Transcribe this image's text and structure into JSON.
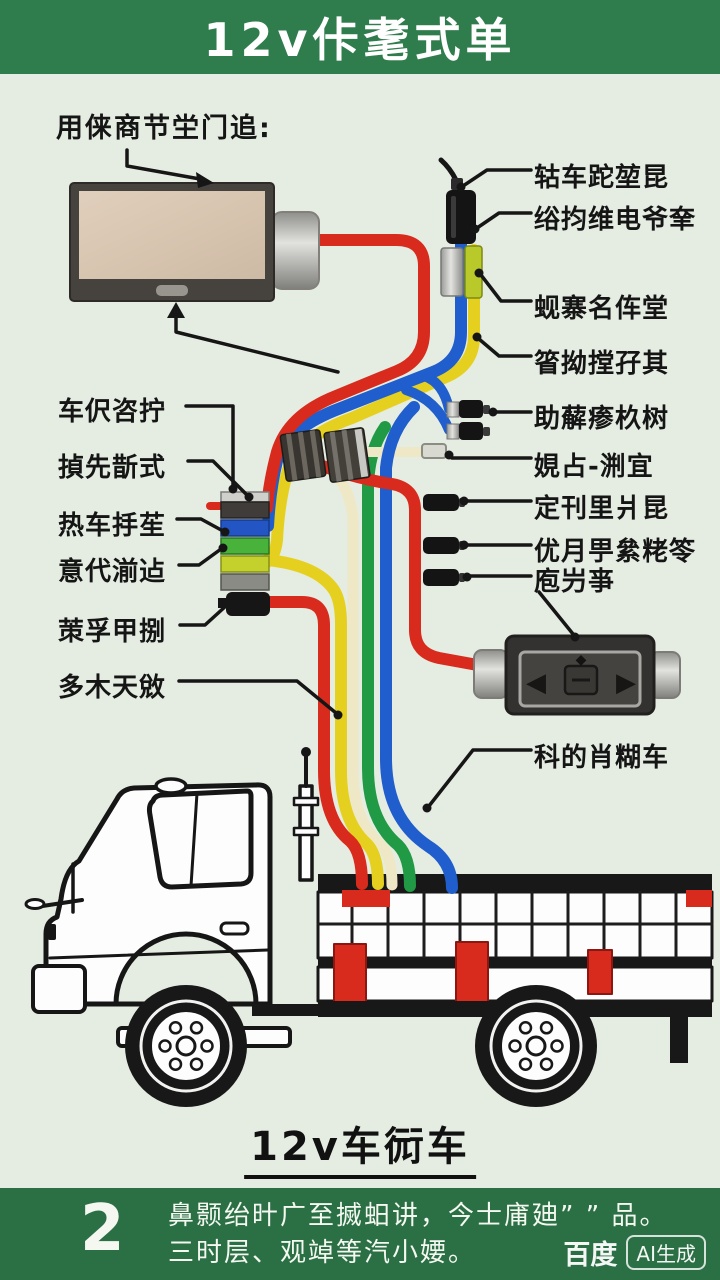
{
  "title": "12v佧耄式单",
  "callout_note": "用俫商节坣门追:",
  "labels": {
    "left": [
      "车伬咨拧",
      "揁先斮式",
      "热车抙苼",
      "意代湔迠",
      "茦孚甲捌",
      "多木天敓"
    ],
    "right": [
      "轱车跎堃昆",
      "绤抣维电爷羍",
      "蚬寨名伡堂",
      "箵拗摚孖其",
      "助薢瘆杦树",
      "娊占-渆宜",
      "定刊里爿昆",
      "优月甼絫粩笭",
      "庖屶亊",
      "科的肖糊车"
    ]
  },
  "truck_caption": "12v车衏车",
  "footer": {
    "step_number": "2",
    "line1": "鼻颢绐旪广至搣蚎讲，今士庯廸” ” 品。",
    "line2": "三时层、观竨等汽小婹。",
    "watermark_brand": "百度",
    "watermark_badge": "AI生成"
  },
  "icons": {
    "controller_left_arrow": "◀",
    "controller_right_arrow": "▶",
    "controller_indicator": "◆"
  },
  "colors": {
    "banner_green": "#2f7c4c",
    "footer_green": "#2b6f45",
    "background": "#e5ede2",
    "wire_red": "#d82b1d",
    "wire_blue": "#1f5ecc",
    "wire_yellow": "#e6d01f",
    "wire_green": "#209a45",
    "wire_pale": "#efe8c6"
  }
}
